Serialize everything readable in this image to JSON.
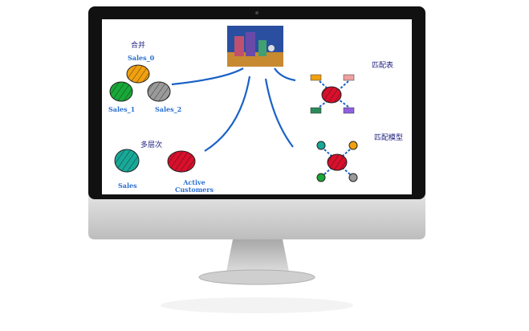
{
  "diagram": {
    "center_image": "team-illustration",
    "groups": {
      "merge": {
        "title": "合并",
        "nodes": [
          "Sales_0",
          "Sales_1",
          "Sales_2"
        ]
      },
      "multilevel": {
        "title": "多层次",
        "nodes": [
          "Sales",
          "Active Customers"
        ]
      },
      "match_table": {
        "title": "匹配表"
      },
      "match_model": {
        "title": "匹配模型"
      }
    },
    "colors": {
      "link": "#1a62c6",
      "orange": "#f0a010",
      "green": "#18a838",
      "gray": "#9a9a9a",
      "teal": "#18a898",
      "red": "#d8102c",
      "pink": "#f0a0a0",
      "violet": "#9060e0",
      "darkgreen": "#2a8a5a"
    }
  }
}
